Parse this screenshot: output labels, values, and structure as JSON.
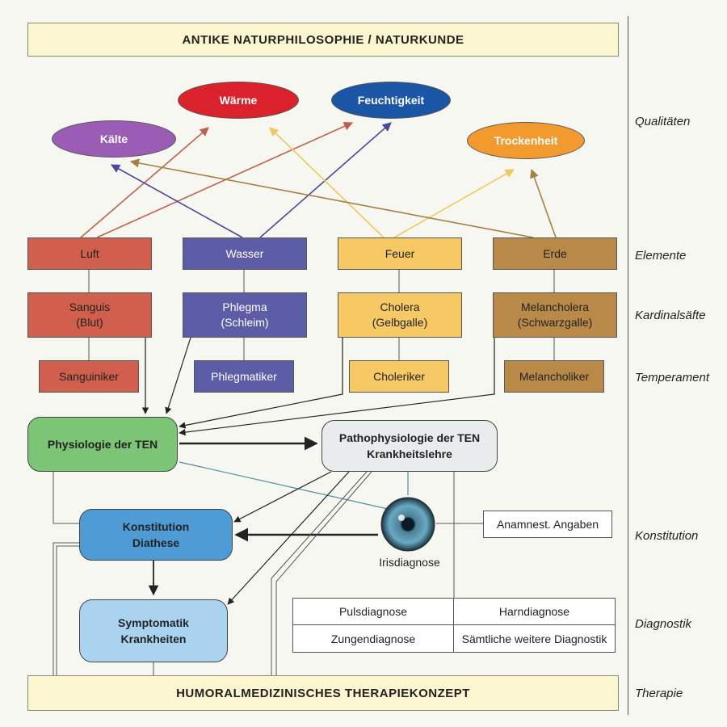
{
  "header": {
    "title": "ANTIKE NATURPHILOSOPHIE / NATURKUNDE"
  },
  "footer": {
    "title": "HUMORALMEDIZINISCHES THERAPIEKONZEPT"
  },
  "row_labels": {
    "qualitaeten": "Qualitäten",
    "elemente": "Elemente",
    "kardinalsaefte": "Kardinalsäfte",
    "temperament": "Temperament",
    "konstitution": "Konstitution",
    "diagnostik": "Diagnostik",
    "therapie": "Therapie"
  },
  "qualities": {
    "waerme": "Wärme",
    "feuchtigkeit": "Feuchtigkeit",
    "kaelte": "Kälte",
    "trockenheit": "Trockenheit"
  },
  "elements": {
    "luft": "Luft",
    "wasser": "Wasser",
    "feuer": "Feuer",
    "erde": "Erde"
  },
  "humors": {
    "sanguis": {
      "line1": "Sanguis",
      "line2": "(Blut)"
    },
    "phlegma": {
      "line1": "Phlegma",
      "line2": "(Schleim)"
    },
    "cholera": {
      "line1": "Cholera",
      "line2": "(Gelbgalle)"
    },
    "melancholera": {
      "line1": "Melancholera",
      "line2": "(Schwarzgalle)"
    }
  },
  "temperaments": {
    "sanguiniker": "Sanguiniker",
    "phlegmatiker": "Phlegmatiker",
    "choleriker": "Choleriker",
    "melancholiker": "Melancholiker"
  },
  "physiologie": {
    "line1": "Physiologie der TEN"
  },
  "pathophysiologie": {
    "line1": "Pathophysiologie der TEN",
    "line2": "Krankheitslehre"
  },
  "konstitution": {
    "line1": "Konstitution",
    "line2": "Diathese"
  },
  "symptomatik": {
    "line1": "Symptomatik",
    "line2": "Krankheiten"
  },
  "anamnese": "Anamnest. Angaben",
  "irisdiagnose": "Irisdiagnose",
  "diagnostik_grid": {
    "puls": "Pulsdiagnose",
    "harn": "Harndiagnose",
    "zunge": "Zungendiagnose",
    "weitere": "Sämtliche weitere Diagnostik"
  },
  "colors": {
    "waerme": "#d9222b",
    "feuchtigkeit": "#1b56a6",
    "kaelte": "#9a5cb4",
    "trockenheit": "#f29a2e",
    "physiologie": "#7cc576",
    "konstitution": "#4f9bd6",
    "symptomatik": "#a9d3ef",
    "pathophysiologie": "#e8ecec"
  }
}
